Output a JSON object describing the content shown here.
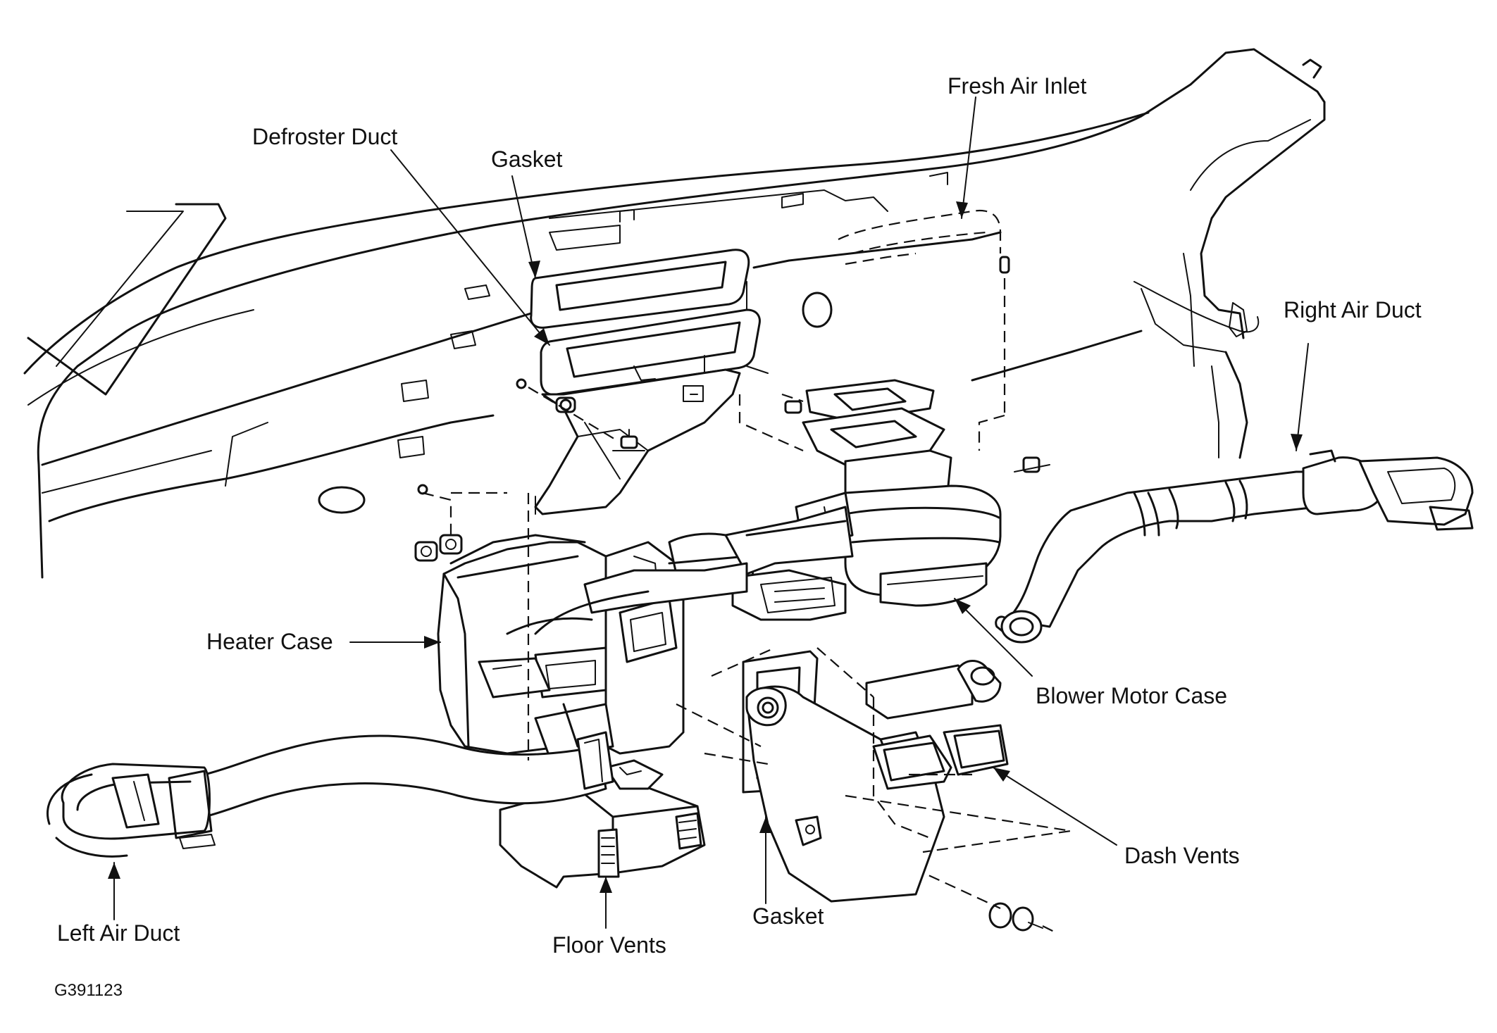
{
  "labels": {
    "fresh_air_inlet": "Fresh Air Inlet",
    "defroster_duct": "Defroster Duct",
    "gasket_top": "Gasket",
    "right_air_duct": "Right Air Duct",
    "heater_case": "Heater Case",
    "blower_motor_case": "Blower Motor Case",
    "dash_vents": "Dash Vents",
    "left_air_duct": "Left Air Duct",
    "floor_vents": "Floor Vents",
    "gasket_bottom": "Gasket"
  },
  "figure_code": "G391123"
}
